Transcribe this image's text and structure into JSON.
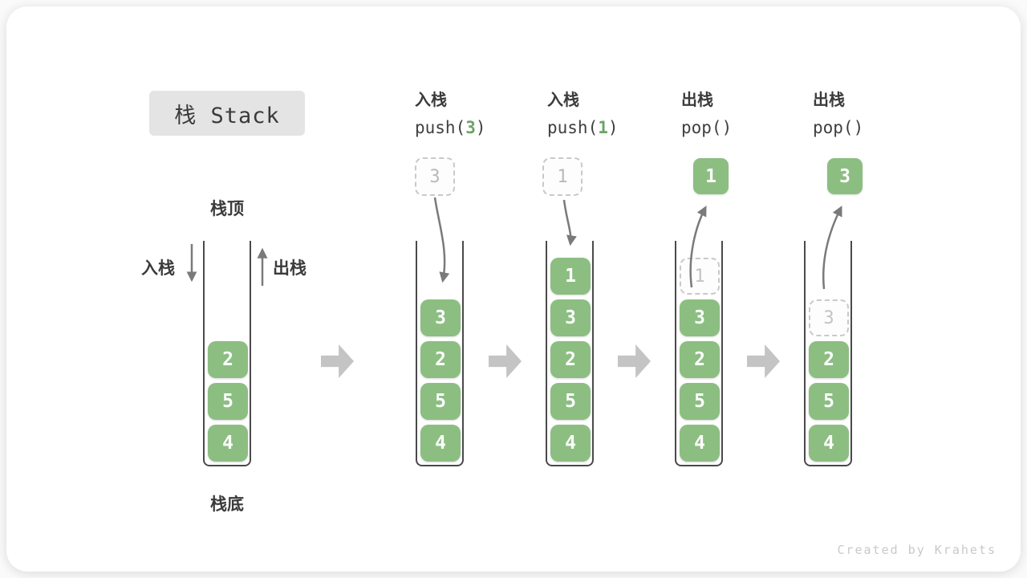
{
  "title": "栈 Stack",
  "first_stack": {
    "top_label": "栈顶",
    "bottom_label": "栈底",
    "push_label": "入栈",
    "pop_label": "出栈",
    "cells": [
      "2",
      "5",
      "4"
    ]
  },
  "operations": [
    {
      "label": "入栈",
      "code_prefix": "push(",
      "arg": "3",
      "code_suffix": ")",
      "floating": "3",
      "cells": [
        "3",
        "2",
        "5",
        "4"
      ]
    },
    {
      "label": "入栈",
      "code_prefix": "push(",
      "arg": "1",
      "code_suffix": ")",
      "floating": "1",
      "cells": [
        "1",
        "3",
        "2",
        "5",
        "4"
      ]
    },
    {
      "label": "出栈",
      "code_prefix": "pop(",
      "arg": "",
      "code_suffix": ")",
      "floating": "1",
      "ghost": "1",
      "cells": [
        "3",
        "2",
        "5",
        "4"
      ]
    },
    {
      "label": "出栈",
      "code_prefix": "pop(",
      "arg": "",
      "code_suffix": ")",
      "floating": "3",
      "ghost": "3",
      "cells": [
        "2",
        "5",
        "4"
      ]
    }
  ],
  "watermark": "Created by Krahets",
  "colors": {
    "cell_green": "#8cbe82",
    "code_arg_green": "#6ca468",
    "curve_arrow_gray": "#7a7a7a",
    "block_arrow_gray": "#c4c4c4",
    "badge_gray": "#e4e4e4"
  }
}
